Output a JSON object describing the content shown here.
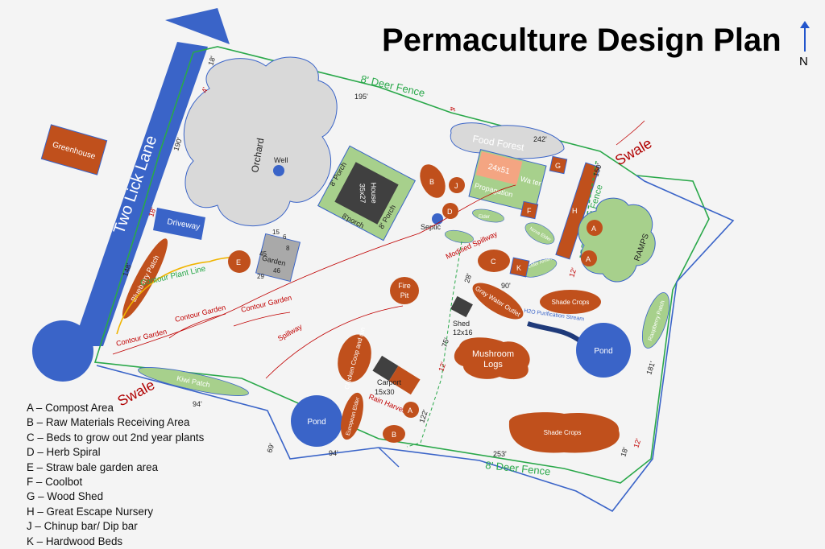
{
  "title": "Permaculture Design Plan",
  "north_label": "N",
  "road_label": "Two Lick Lane",
  "labels": {
    "greenhouse": "Greenhouse",
    "driveway": "Driveway",
    "orchard": "Orchard",
    "well": "Well",
    "house": [
      "House",
      "35x27"
    ],
    "porch_left": "8' Porch",
    "porch_bottom": "8'porch",
    "porch_right": "8' Porch",
    "septic": "Septic",
    "food_forest": "Food Forest",
    "building_24x51": "24x51",
    "water": "Wa ter",
    "propagation": "Propagation",
    "ramps": "RAMPS",
    "garden": "Garden",
    "garden_nums": [
      "15",
      "6",
      "8",
      "45",
      "46",
      "29"
    ],
    "blueberry_patch": "Blueberry Patch",
    "contour_plant_line": "Contour Plant Line",
    "contour_garden": "Contour Garden",
    "spillway": "Spillway",
    "modified_spillway": "Modified Spillway",
    "fire_pit": [
      "Fire",
      "Pit"
    ],
    "shed": [
      "Shed",
      "12x16"
    ],
    "gray_water_outlet": "Gray Water Outlet",
    "shade_crops": "Shade Crops",
    "h2o_stream": "H2O Purification Stream",
    "pond": "Pond",
    "raspberry_patch": "Raspberry Patch",
    "mushroom_logs": [
      "Mushroom",
      "Logs"
    ],
    "chicken_coop": "Chicken Coop and run",
    "carport": [
      "Carport",
      "15x30"
    ],
    "rain_harvest": "Rain Harvest",
    "european_elder": "European Elder",
    "kiwi_patch": "Kiwi Patch",
    "swale": "Swale",
    "deer_fence": "8' Deer Fence",
    "existing_fence": "Existing Fence",
    "elder_small": [
      "Elder",
      "Nova Elder",
      "Elder Amer."
    ]
  },
  "letters": [
    "A",
    "B",
    "C",
    "D",
    "E",
    "F",
    "G",
    "H",
    "J",
    "K"
  ],
  "dimensions": [
    "18'",
    "4'",
    "190'",
    "18'",
    "148'",
    "195'",
    "4'",
    "242'",
    "150'",
    "12'",
    "90'",
    "28'",
    "75'",
    "12'",
    "122'",
    "94'",
    "69'",
    "94'",
    "253'",
    "18'",
    "12'",
    "181'"
  ],
  "legend": [
    "A – Compost Area",
    "B – Raw Materials Receiving Area",
    "C – Beds to grow out 2nd year plants",
    "D – Herb Spiral",
    "E – Straw bale garden area",
    "F – Coolbot",
    "G – Wood Shed",
    "H – Great Escape Nursery",
    "J – Chinup bar/ Dip bar",
    "K – Hardwood Beds"
  ],
  "colors": {
    "background": "#f4f4f4",
    "orange_brown": "#c0501c",
    "blue": "#3a64c8",
    "green_fence": "#2aa84a",
    "light_green": "#a7d08c",
    "gray_cloud": "#d9d9d9",
    "dim_red": "#c00000"
  }
}
